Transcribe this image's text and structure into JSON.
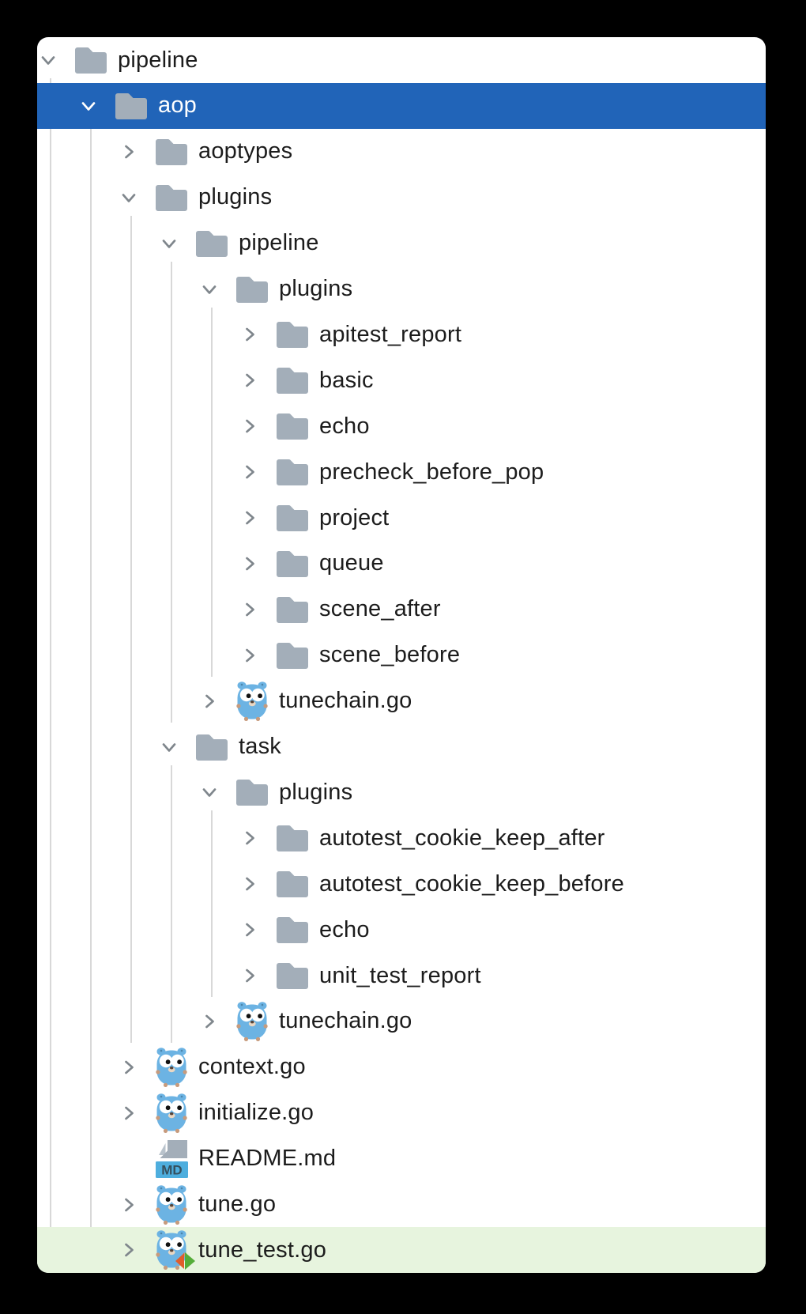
{
  "window": {
    "background": "#000000",
    "panel_background": "#ffffff"
  },
  "colors": {
    "selected_row_bg": "#2164b8",
    "selected_row_text": "#ffffff",
    "test_row_bg": "#e7f4de",
    "row_text": "#1c1c1c",
    "folder_icon": "#a3aeb9",
    "folder_icon_fold": "#b9c3cc",
    "chevron": "#7f868c",
    "indent_guide": "#d8d8d8",
    "gopher_body": "#6cb3e3",
    "gopher_ear_dot": "#4c85ab",
    "gopher_limb": "#c79b7d",
    "gopher_muzzle": "#e9d7c4",
    "gopher_nose": "#574337",
    "md_badge_bg": "#4eaede",
    "md_badge_text_color": "#35505e",
    "test_badge_orange": "#e05d2b",
    "test_badge_green": "#55ad39"
  },
  "icons": {
    "md_badge_label": "MD"
  },
  "tree": {
    "rows": [
      {
        "label": "pipeline",
        "level": 0,
        "icon": "folder",
        "chevron": "expanded"
      },
      {
        "label": "aop",
        "level": 1,
        "icon": "folder",
        "chevron": "expanded",
        "selected": true
      },
      {
        "label": "aoptypes",
        "level": 2,
        "icon": "folder",
        "chevron": "collapsed"
      },
      {
        "label": "plugins",
        "level": 2,
        "icon": "folder",
        "chevron": "expanded"
      },
      {
        "label": "pipeline",
        "level": 3,
        "icon": "folder",
        "chevron": "expanded"
      },
      {
        "label": "plugins",
        "level": 4,
        "icon": "folder",
        "chevron": "expanded"
      },
      {
        "label": "apitest_report",
        "level": 5,
        "icon": "folder",
        "chevron": "collapsed"
      },
      {
        "label": "basic",
        "level": 5,
        "icon": "folder",
        "chevron": "collapsed"
      },
      {
        "label": "echo",
        "level": 5,
        "icon": "folder",
        "chevron": "collapsed"
      },
      {
        "label": "precheck_before_pop",
        "level": 5,
        "icon": "folder",
        "chevron": "collapsed"
      },
      {
        "label": "project",
        "level": 5,
        "icon": "folder",
        "chevron": "collapsed"
      },
      {
        "label": "queue",
        "level": 5,
        "icon": "folder",
        "chevron": "collapsed"
      },
      {
        "label": "scene_after",
        "level": 5,
        "icon": "folder",
        "chevron": "collapsed"
      },
      {
        "label": "scene_before",
        "level": 5,
        "icon": "folder",
        "chevron": "collapsed"
      },
      {
        "label": "tunechain.go",
        "level": 4,
        "icon": "go",
        "chevron": "collapsed"
      },
      {
        "label": "task",
        "level": 3,
        "icon": "folder",
        "chevron": "expanded"
      },
      {
        "label": "plugins",
        "level": 4,
        "icon": "folder",
        "chevron": "expanded"
      },
      {
        "label": "autotest_cookie_keep_after",
        "level": 5,
        "icon": "folder",
        "chevron": "collapsed"
      },
      {
        "label": "autotest_cookie_keep_before",
        "level": 5,
        "icon": "folder",
        "chevron": "collapsed"
      },
      {
        "label": "echo",
        "level": 5,
        "icon": "folder",
        "chevron": "collapsed"
      },
      {
        "label": "unit_test_report",
        "level": 5,
        "icon": "folder",
        "chevron": "collapsed"
      },
      {
        "label": "tunechain.go",
        "level": 4,
        "icon": "go",
        "chevron": "collapsed"
      },
      {
        "label": "context.go",
        "level": 2,
        "icon": "go",
        "chevron": "collapsed"
      },
      {
        "label": "initialize.go",
        "level": 2,
        "icon": "go",
        "chevron": "collapsed"
      },
      {
        "label": "README.md",
        "level": 2,
        "icon": "markdown",
        "chevron": "none"
      },
      {
        "label": "tune.go",
        "level": 2,
        "icon": "go",
        "chevron": "collapsed"
      },
      {
        "label": "tune_test.go",
        "level": 2,
        "icon": "go-test",
        "chevron": "collapsed",
        "highlighted": true
      }
    ]
  }
}
